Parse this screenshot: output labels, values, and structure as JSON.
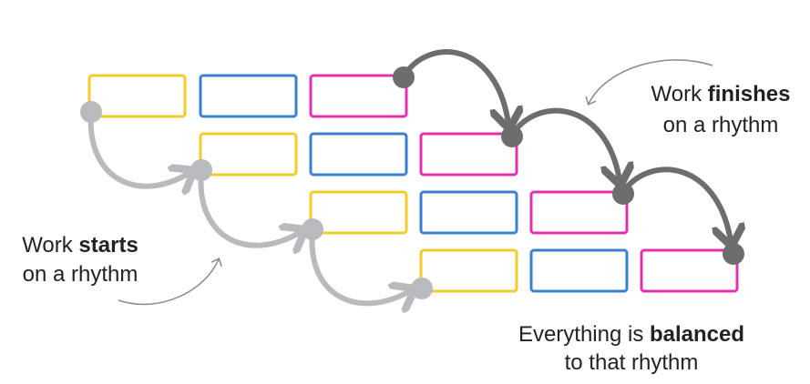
{
  "labels": {
    "starts": {
      "pre": "Work ",
      "bold": "starts",
      "line2": "on a rhythm"
    },
    "finishes": {
      "pre": "Work ",
      "bold": "finishes",
      "line2": "on a rhythm"
    },
    "balanced": {
      "pre": "Everything is ",
      "bold": "balanced",
      "line2": "to that rhythm"
    }
  },
  "colors": {
    "yellow": "#f2cd2a",
    "blue": "#3a7fd0",
    "magenta": "#e62fb0",
    "start_node": "#b9babe",
    "finish_node": "#6d6d6d",
    "pointer": "#8a8a8a"
  }
}
